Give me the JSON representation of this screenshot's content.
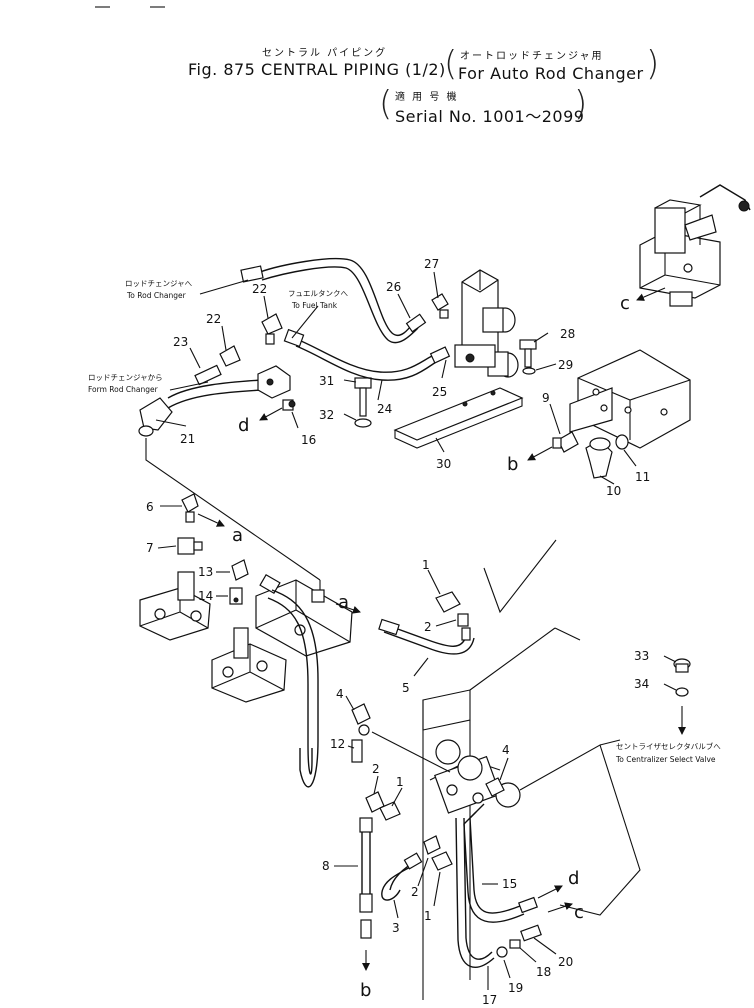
{
  "header": {
    "jp_title": "セントラル パイピング",
    "fig_title": "Fig. 875 CENTRAL PIPING (1/2)",
    "jp_variant": "オートロッドチェンジャ用",
    "en_variant": "For Auto Rod Changer",
    "jp_serial": "適 用 号 機",
    "serial": "Serial No. 1001～2099"
  },
  "notes": {
    "to_rod_changer_jp": "ロッドチェンジャへ",
    "to_rod_changer_en": "To Rod Changer",
    "to_fuel_tank_jp": "フュエルタンクへ",
    "to_fuel_tank_en": "To Fuel Tank",
    "from_rod_changer_jp": "ロッドチェンジャから",
    "from_rod_changer_en": "Form Rod Changer",
    "to_centralizer_jp": "セントライザセレクタバルブへ",
    "to_centralizer_en": "To Centralizer Select Valve"
  },
  "refs": {
    "a1": "a",
    "a2": "a",
    "b1": "b",
    "b2": "b",
    "c1": "c",
    "c2": "c",
    "d1": "d",
    "d2": "d"
  },
  "parts": {
    "p1a": "1",
    "p1b": "1",
    "p1c": "1",
    "p2a": "2",
    "p2b": "2",
    "p2c": "2",
    "p3": "3",
    "p4a": "4",
    "p4b": "4",
    "p5": "5",
    "p6": "6",
    "p7": "7",
    "p8": "8",
    "p9": "9",
    "p10": "10",
    "p11": "11",
    "p12": "12",
    "p13": "13",
    "p14": "14",
    "p15": "15",
    "p16": "16",
    "p17": "17",
    "p18": "18",
    "p19": "19",
    "p20": "20",
    "p21": "21",
    "p22a": "22",
    "p22b": "22",
    "p23": "23",
    "p24": "24",
    "p25": "25",
    "p26": "26",
    "p27": "27",
    "p28": "28",
    "p29": "29",
    "p30": "30",
    "p31": "31",
    "p32": "32",
    "p33": "33",
    "p34": "34"
  }
}
